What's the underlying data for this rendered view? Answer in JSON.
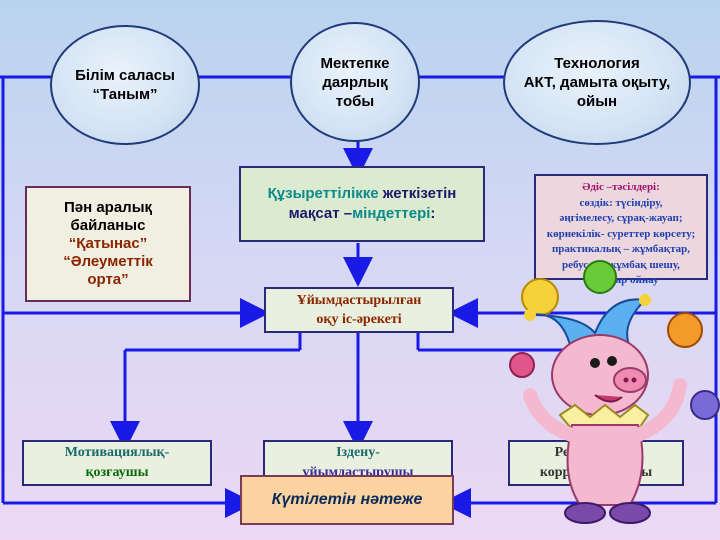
{
  "top_nodes": {
    "knowledge": {
      "line1": "Білім саласы",
      "line2": "“Таным”"
    },
    "school_group": {
      "line1": "Мектепке",
      "line2": "даярлық",
      "line3": "тобы"
    },
    "technology": {
      "line1": "Технология",
      "line2": "АКТ, дамыта оқыту,",
      "line3": "ойын"
    }
  },
  "competency": {
    "part1": "Құзыреттілікке ",
    "part2": "жеткізетін",
    "part3": "мақсат –",
    "part4": "міндеттері",
    "part5": ":"
  },
  "interdisciplinary": {
    "line1": "Пән аралық",
    "line2": "байланыс",
    "line3": "“Қатынас”",
    "line4": "“Әлеуметтік",
    "line5": "орта”"
  },
  "methods": {
    "title": "Әдіс –тәсілдері:",
    "lines": [
      "сөздік: түсіндіру,",
      "әңгімелесу, сұрақ-жауап;",
      "көрнекілік- суреттер көрсету;",
      "практикалық – жұмбақтар,",
      "ребус, сөзжұмбақ шешу,",
      "ойындар ойнау"
    ]
  },
  "organized": {
    "line1": "Ұйымдастырылған",
    "line2": "оқу іс-әрекеті"
  },
  "stages": {
    "motivation": {
      "line1": "Мотивациялық-",
      "line2": "қозғаушы"
    },
    "search": {
      "line1": "Іздену-",
      "line2": "ұйымдастырушы"
    },
    "reflexive": {
      "line1": "Рефлексивті-",
      "line2": "коррекциялаушы"
    }
  },
  "result": {
    "label": "Күтілетін нәтеже"
  },
  "colors": {
    "wire": "#1a1ae6",
    "box_border": "#2a2a7a",
    "brown_text": "#8b2500",
    "teal_text": "#0a8a8a",
    "blue_text": "#1f3fb0"
  }
}
